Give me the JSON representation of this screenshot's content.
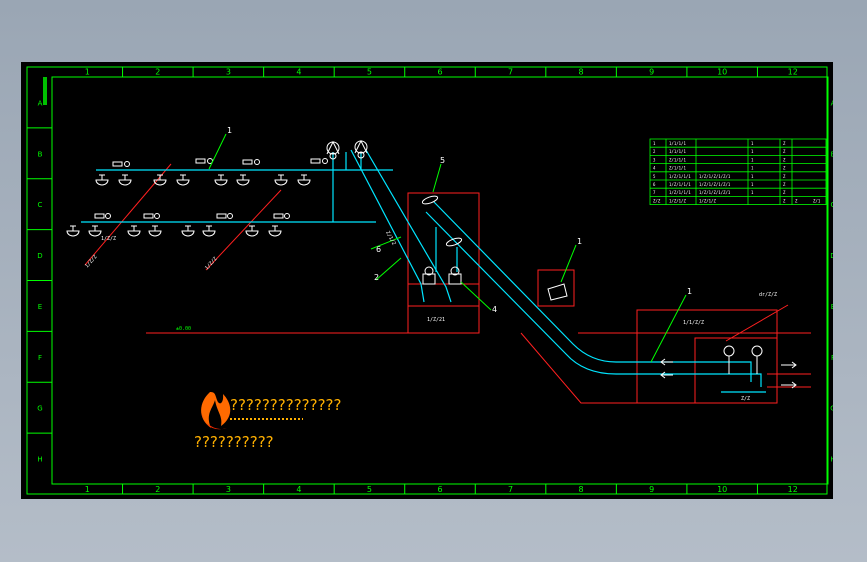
{
  "frame": {
    "columns": [
      "1",
      "2",
      "3",
      "4",
      "5",
      "6",
      "7",
      "8",
      "9",
      "10",
      "12"
    ],
    "rows": [
      "A",
      "B",
      "C",
      "D",
      "E",
      "F",
      "G",
      "H"
    ]
  },
  "callouts": {
    "c1": "1",
    "c2": "1",
    "c3": "1",
    "c4": "2",
    "c5": "5",
    "c6": "6",
    "c7": "4"
  },
  "labels": {
    "ground": "±0.00",
    "box_left": "1/Z/21",
    "box_right": "1/1/Z/Z",
    "right_tag": "dr/Z/Z",
    "right_lower_tag": "Z/Z",
    "diag1": "1/Z/Z",
    "diag2": "1/Z/Z",
    "diag3": "1/Z/Z",
    "slope_tag": "Z/1/Z"
  },
  "table": {
    "rows": [
      [
        "1",
        "1/1/1/1",
        "",
        "1",
        "Z"
      ],
      [
        "2",
        "1/1/1/1",
        "",
        "1",
        "Z"
      ],
      [
        "3",
        "Z/1/1/1",
        "",
        "1",
        "Z"
      ],
      [
        "4",
        "Z/1/1/1",
        "",
        "1",
        "Z"
      ],
      [
        "5",
        "1/Z/1/1/1",
        "1/Z/1/Z/1/Z/1",
        "1",
        "Z"
      ],
      [
        "6",
        "1/Z/1/1/1",
        "1/Z/1/Z/1/Z/1",
        "1",
        "Z"
      ],
      [
        "7",
        "1/Z/1/1/1",
        "1/Z/1/Z/1/Z/1",
        "1",
        "Z"
      ]
    ],
    "footer": [
      "Z/Z",
      "1/Z/1/Z",
      "1/Z/1/Z",
      "Z",
      "Z",
      "Z/1"
    ]
  },
  "logo": {
    "title": "??????????????",
    "subtitle": "??????????"
  },
  "colors": {
    "frame": "#00ff00",
    "pipe": "#00e5ff",
    "structure": "#ff2020",
    "equipment": "#ffffff",
    "logo": "#ffb000"
  }
}
